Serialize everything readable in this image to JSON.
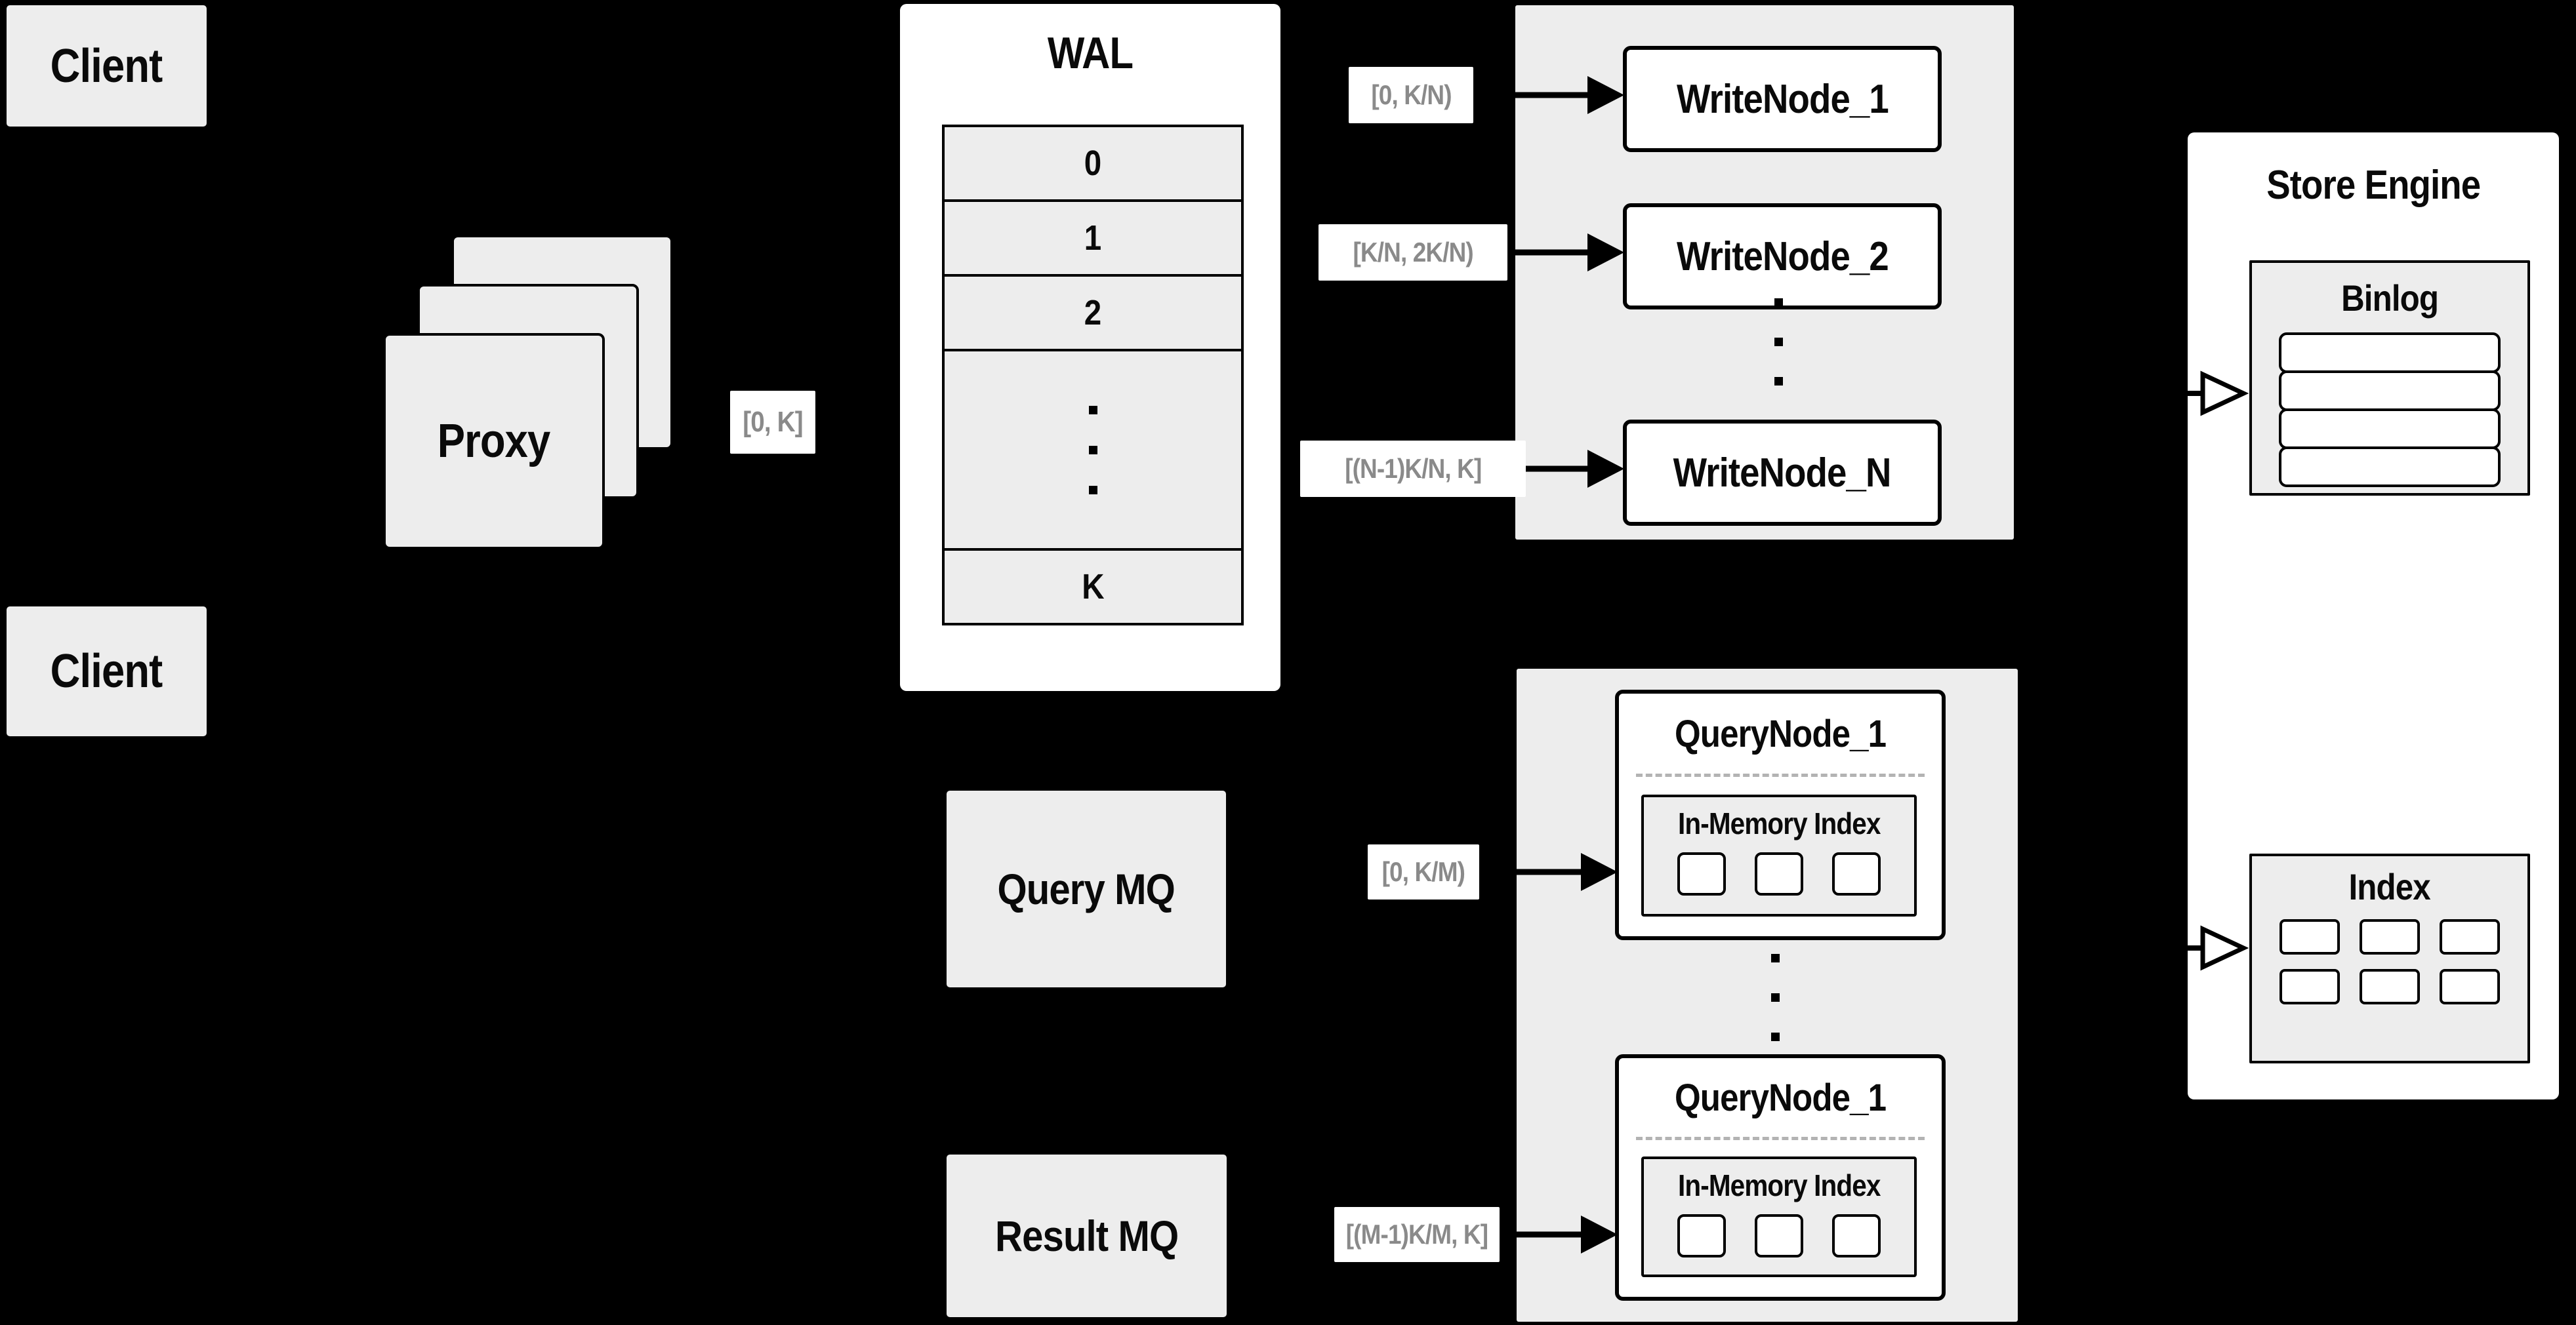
{
  "colors": {
    "background": "#000000",
    "panel_gray": "#ededed",
    "box_white": "#ffffff",
    "border_black": "#000000",
    "range_label_text": "#8a8a8a",
    "dashed_divider": "#b3b3b3"
  },
  "clients": {
    "top_label": "Client",
    "bottom_label": "Client"
  },
  "proxy": {
    "label": "Proxy",
    "range": "[0, K]"
  },
  "wal": {
    "title": "WAL",
    "rows": [
      "0",
      "1",
      "2"
    ],
    "last_row": "K"
  },
  "write_nodes": {
    "items": [
      {
        "label": "WriteNode_1",
        "range": "[0, K/N)"
      },
      {
        "label": "WriteNode_2",
        "range": "[K/N, 2K/N)"
      },
      {
        "label": "WriteNode_N",
        "range": "[(N-1)K/N, K]"
      }
    ]
  },
  "mq": {
    "query": "Query MQ",
    "result": "Result MQ"
  },
  "query_nodes": {
    "items": [
      {
        "label": "QueryNode_1",
        "inner_title": "In-Memory Index",
        "range": "[0, K/M)"
      },
      {
        "label": "QueryNode_1",
        "inner_title": "In-Memory Index",
        "range": "[(M-1)K/M, K]"
      }
    ]
  },
  "store_engine": {
    "title": "Store Engine",
    "binlog_title": "Binlog",
    "index_title": "Index"
  }
}
